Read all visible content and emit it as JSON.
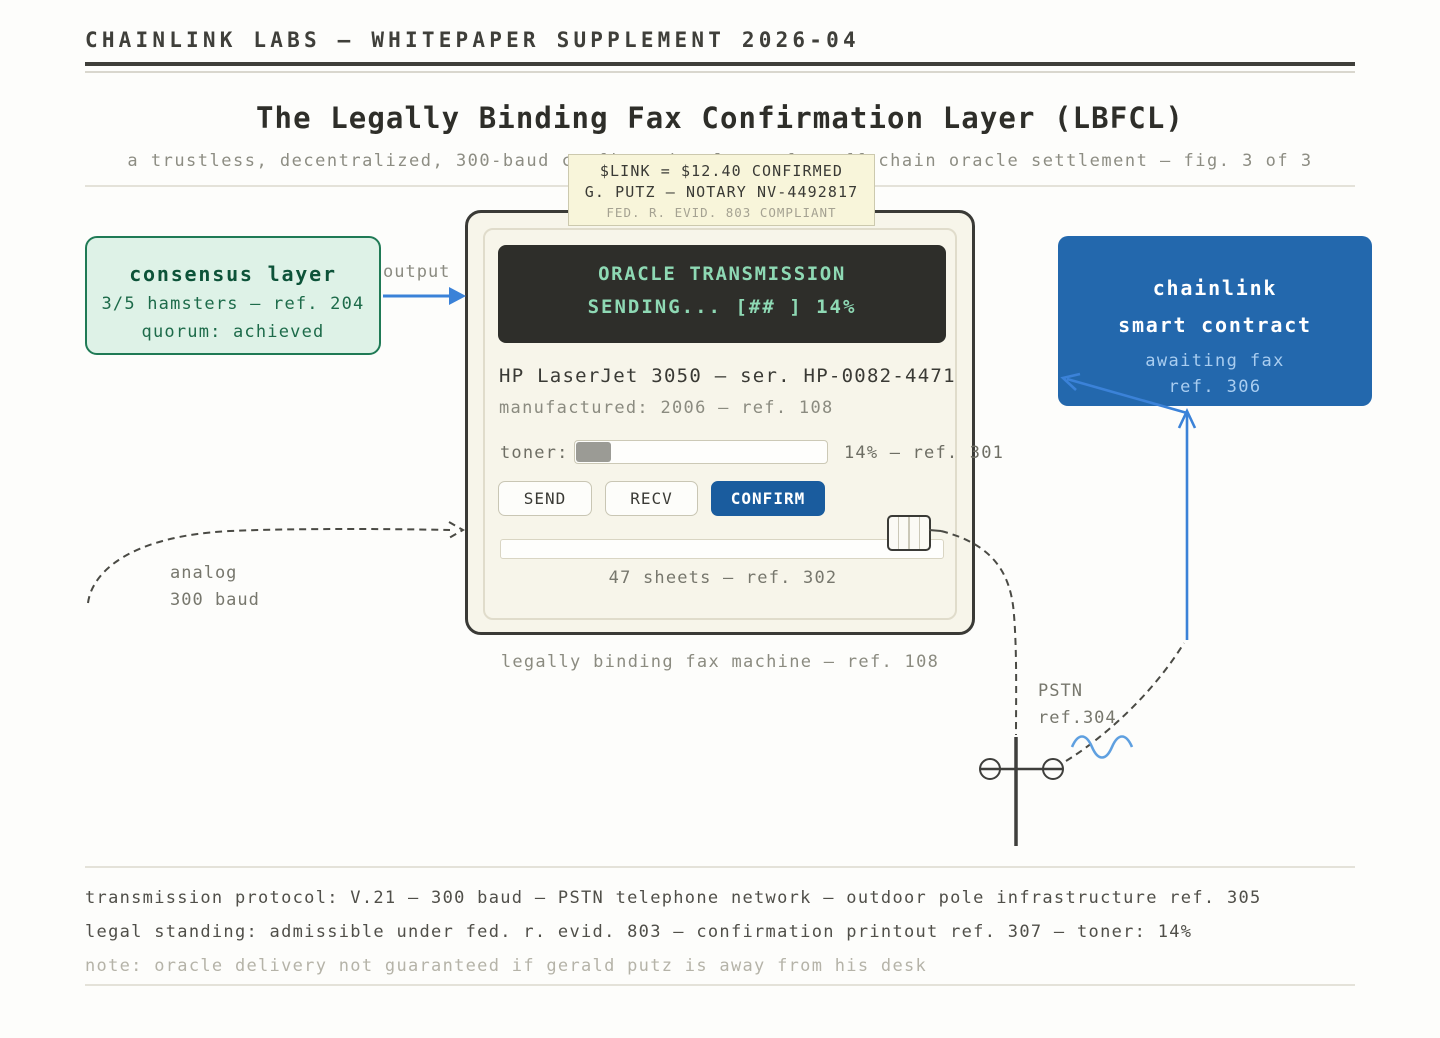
{
  "header": {
    "title": "CHAINLINK LABS — WHITEPAPER SUPPLEMENT 2026-04"
  },
  "figure": {
    "title": "The Legally Binding Fax Confirmation Layer (LBFCL)",
    "subtitle": "a trustless, decentralized, 300-baud confirmation layer for off-chain oracle settlement — fig. 3 of 3",
    "caption": "legally binding fax machine — ref. 108"
  },
  "notary_tooltip": {
    "line1": "$LINK = $12.40 CONFIRMED",
    "line2": "G. PUTZ — NOTARY NV-4492817",
    "line3": "FED. R. EVID. 803 COMPLIANT"
  },
  "consensus_box": {
    "title": "consensus layer",
    "line1": "3/5 hamsters — ref. 204",
    "line2": "quorum: achieved"
  },
  "arrows": {
    "output_label": "output"
  },
  "fax_machine": {
    "lcd_line1": "ORACLE TRANSMISSION",
    "lcd_line2": "SENDING... [## ] 14%",
    "model": "HP LaserJet 3050 — ser. HP-0082-4471",
    "manufactured": "manufactured: 2006 — ref. 108",
    "toner_label": "toner:",
    "toner_percent": 14,
    "toner_value": "14% — ref. 301",
    "buttons": {
      "send": "SEND",
      "recv": "RECV",
      "confirm": "CONFIRM"
    },
    "tray_label": "47 sheets — ref. 302"
  },
  "contract_box": {
    "line1": "chainlink",
    "line2": "smart contract",
    "line3": "awaiting fax",
    "line4": "ref. 306"
  },
  "annotations": {
    "analog": "analog\n300 baud",
    "pstn": "PSTN\nref.304"
  },
  "footer": {
    "line1": "transmission protocol: V.21 — 300 baud — PSTN telephone network — outdoor pole infrastructure ref. 305",
    "line2": "legal standing: admissible under fed. r. evid. 803 — confirmation printout ref. 307 — toner: 14%",
    "note": "note: oracle delivery not guaranteed if gerald putz is away from his desk"
  },
  "colors": {
    "accent_blue": "#3b82d8",
    "squiggle_blue": "#5fa0e0",
    "contract_blue": "#2368ad",
    "confirm_blue": "#1a5c9e",
    "consensus_bg": "#def2e7",
    "consensus_border": "#1f7a55",
    "lcd_bg": "#2e2e2a",
    "lcd_text": "#8ed9b4"
  }
}
